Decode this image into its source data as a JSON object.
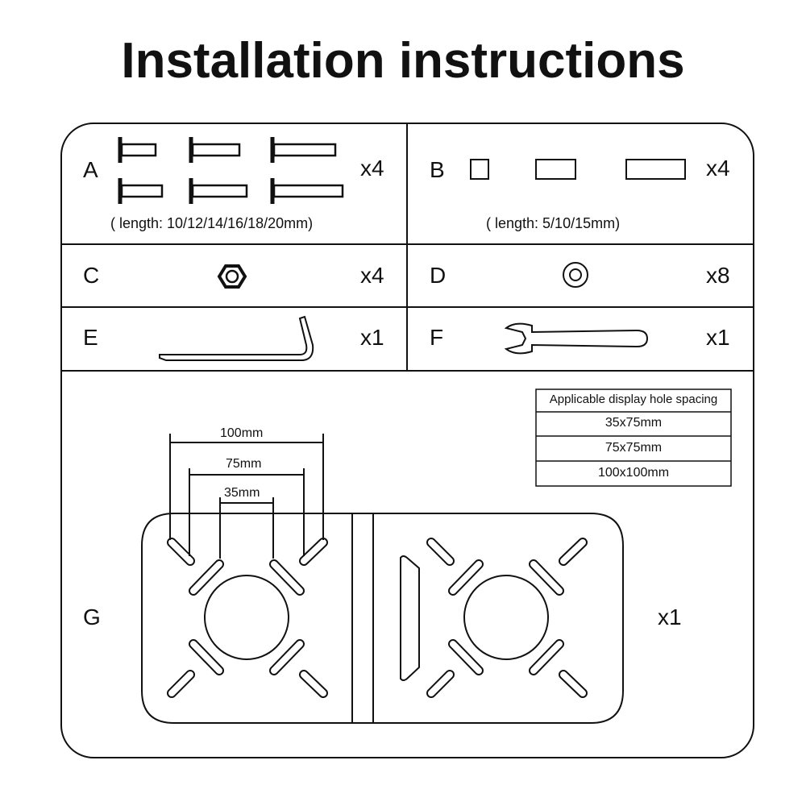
{
  "title": "Installation instructions",
  "parts": [
    {
      "label": "A",
      "qty": "x4",
      "note": "( length: 10/12/14/16/18/20mm)"
    },
    {
      "label": "B",
      "qty": "x4",
      "note": "( length: 5/10/15mm)"
    },
    {
      "label": "C",
      "qty": "x4"
    },
    {
      "label": "D",
      "qty": "x8"
    },
    {
      "label": "E",
      "qty": "x1"
    },
    {
      "label": "F",
      "qty": "x1"
    },
    {
      "label": "G",
      "qty": "x1"
    }
  ],
  "dimensions": [
    "100mm",
    "75mm",
    "35mm"
  ],
  "spacing_table": {
    "header": "Applicable display hole spacing",
    "rows": [
      "35x75mm",
      "75x75mm",
      "100x100mm"
    ]
  }
}
